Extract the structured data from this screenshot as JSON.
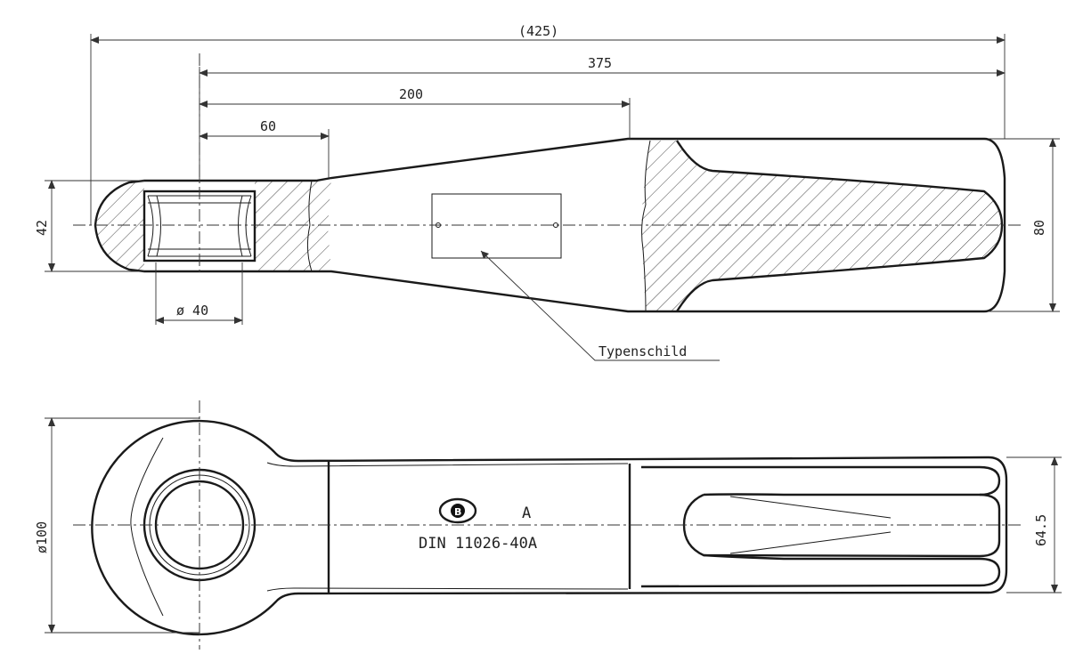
{
  "dimensions": {
    "overall_length": "(425)",
    "length_375": "375",
    "length_200": "200",
    "length_60": "60",
    "eye_height": "42",
    "bore_diameter": "ø 40",
    "shaft_height": "80",
    "eye_diameter": "ø100",
    "fork_width": "64.5"
  },
  "labels": {
    "nameplate": "Typenschild",
    "marking_letter": "A",
    "standard": "DIN 11026-40A",
    "logo_letter": "B"
  }
}
